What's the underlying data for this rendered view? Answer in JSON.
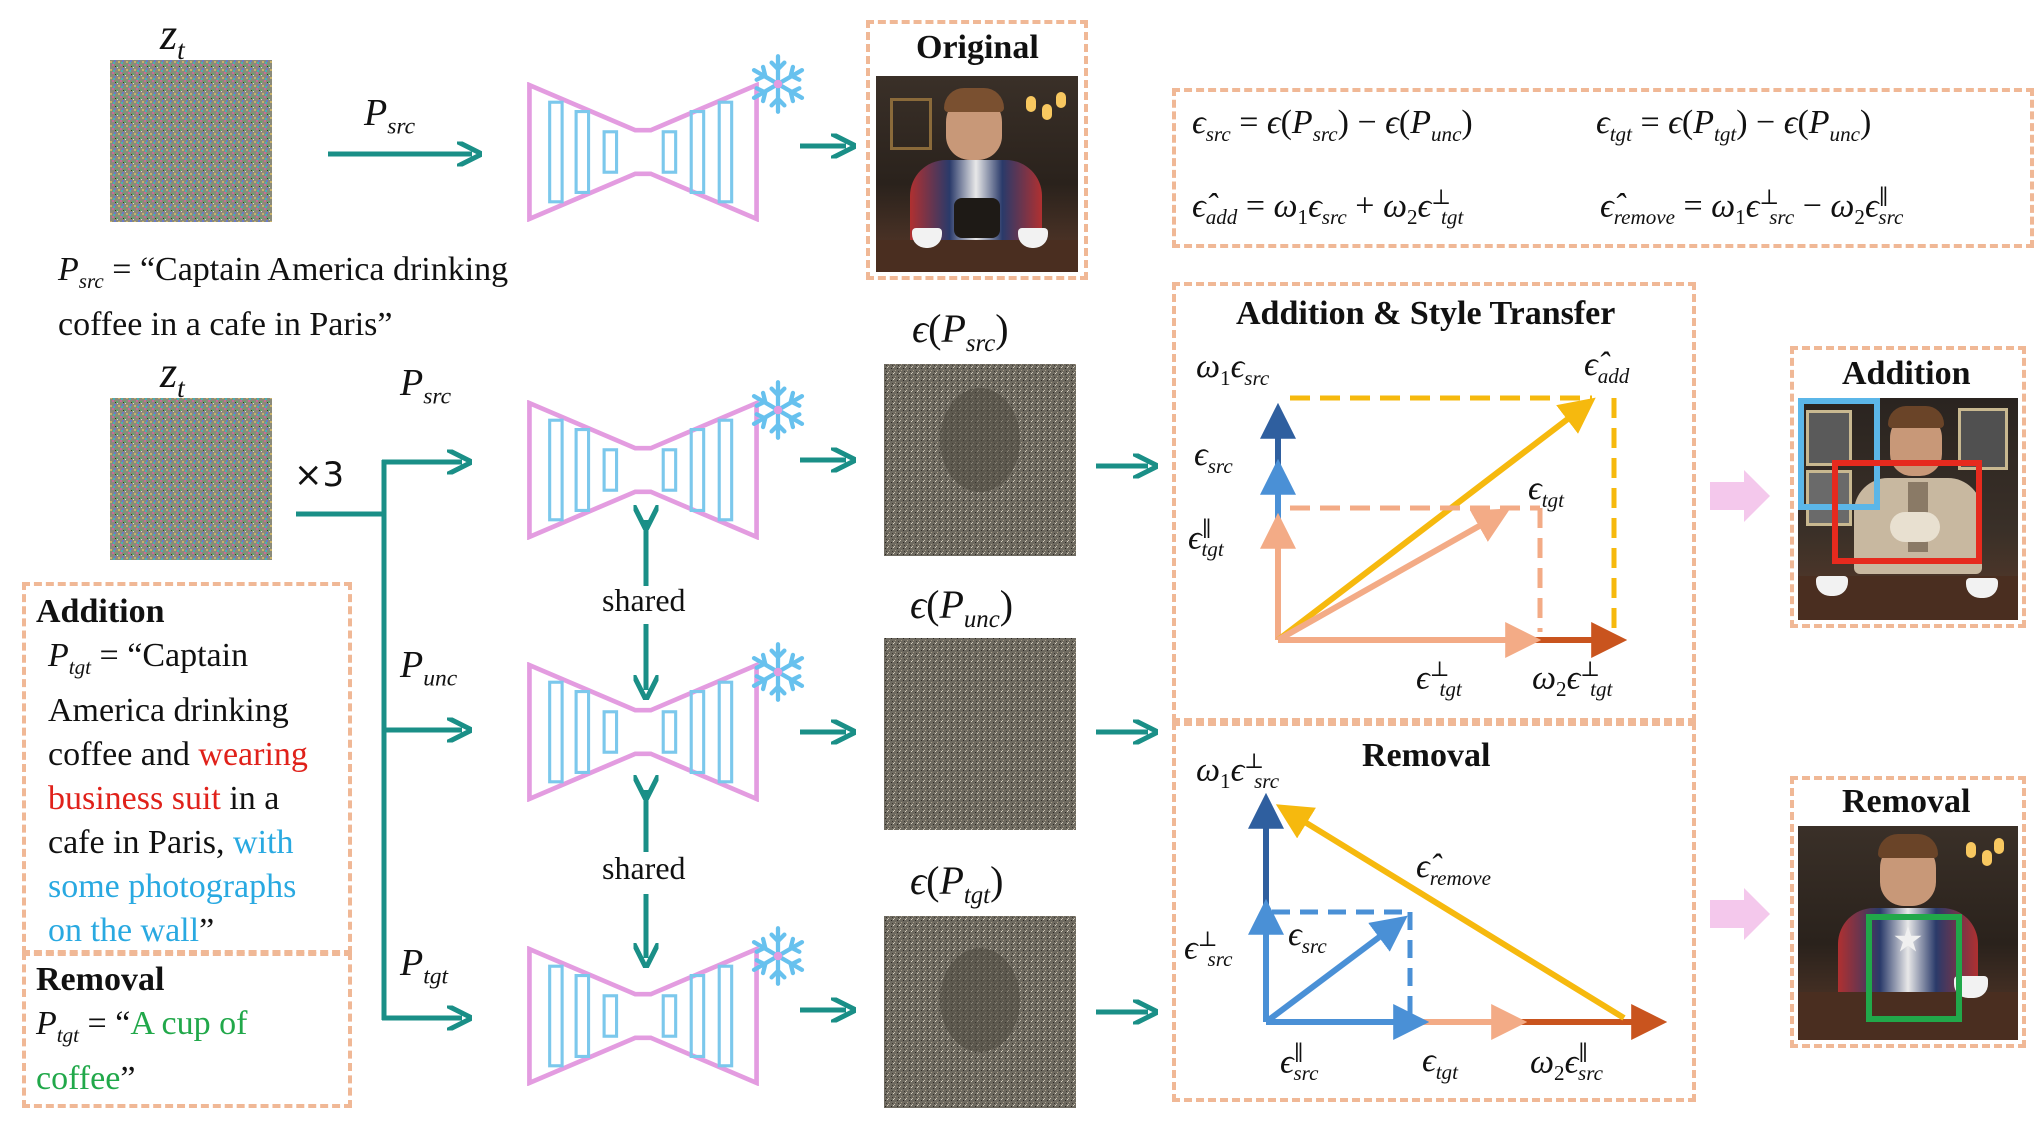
{
  "labels": {
    "z_t": "z",
    "z_t_sub": "t",
    "p_src": "P",
    "src_sub": "src",
    "unc_sub": "unc",
    "tgt_sub": "tgt",
    "times3": "×3",
    "shared": "shared",
    "eps": "ϵ",
    "eps_src_out": "ϵ(P",
    "eps_close": ")"
  },
  "prompts": {
    "src_prefix": "P",
    "src_text_1": " = “Captain America drinking",
    "src_text_2": "coffee in a cafe in Paris”",
    "addition_title": "Addition",
    "addition_eq": " = “Captain",
    "addition_l2": "America drinking",
    "addition_l3a": "coffee and ",
    "addition_l3b": "wearing",
    "addition_l4a": "business suit",
    "addition_l4b": " in a",
    "addition_l5a": "cafe in Paris, ",
    "addition_l5b": "with",
    "addition_l6": "some photographs",
    "addition_l7a": "on the wall",
    "addition_l7b": "”",
    "removal_title": "Removal",
    "removal_eq": " = “",
    "removal_l1b": "A cup of",
    "removal_l2a": "coffee",
    "removal_l2b": "”"
  },
  "outputs": {
    "original": "Original",
    "addition": "Addition",
    "removal": "Removal"
  },
  "equations": {
    "eq1": "ϵ",
    "panel_add_title": "Addition & Style Transfer",
    "panel_remove_title": "Removal"
  },
  "colors": {
    "teal": "#1a8f87",
    "pink_unet": "#e39ce0",
    "blue_unet": "#7cc8ec",
    "dashed_box": "#f0b896",
    "yellow": "#f6b90e",
    "salmon": "#f3ab86",
    "rust": "#c9541e",
    "dark_blue": "#2f5f9f",
    "mid_blue": "#4a90d6",
    "red_text": "#e0211a",
    "cyan_text": "#29a9e1",
    "green_text": "#21a84a",
    "snowflake": "#67c1ee"
  }
}
